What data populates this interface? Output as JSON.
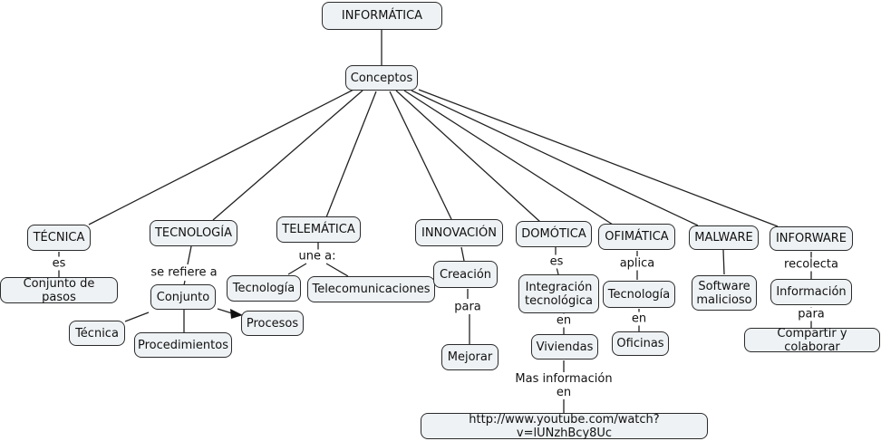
{
  "concept_map": {
    "root": "INFORMÁTICA",
    "hub": "Conceptos",
    "nodes": {
      "tecnica": "TÉCNICA",
      "conjunto_pasos": "Conjunto de pasos",
      "tecnologia": "TECNOLOGÍA",
      "conjunto": "Conjunto",
      "tecnica_sub": "Técnica",
      "procedimientos": "Procedimientos",
      "procesos": "Procesos",
      "telematica": "TELEMÁTICA",
      "tecnologia_tel": "Tecnología",
      "telecomunicaciones": "Telecomunicaciones",
      "innovacion": "INNOVACIÓN",
      "creacion": "Creación",
      "mejorar": "Mejorar",
      "domotica": "DOMÓTICA",
      "integracion": "Integración\ntecnológica",
      "viviendas": "Viviendas",
      "youtube": "http://www.youtube.com/watch?v=lUNzhBcy8Uc",
      "ofimatica": "OFIMÁTICA",
      "tecnologia_ofi": "Tecnología",
      "oficinas": "Oficinas",
      "malware": "MALWARE",
      "software_malicioso": "Software\nmalicioso",
      "inforware": "INFORWARE",
      "informacion": "Información",
      "compartir": "Compartir y colaborar"
    },
    "link_labels": {
      "es_tecnica": "es",
      "se_refiere_a": "se refiere a",
      "une_a": "une a:",
      "para_innov": "para",
      "es_domotica": "es",
      "en_domotica": "en",
      "mas_info": "Mas información\nen",
      "aplica": "aplica",
      "en_ofimatica": "en",
      "recolecta": "recolecta",
      "para_inforware": "para"
    }
  }
}
